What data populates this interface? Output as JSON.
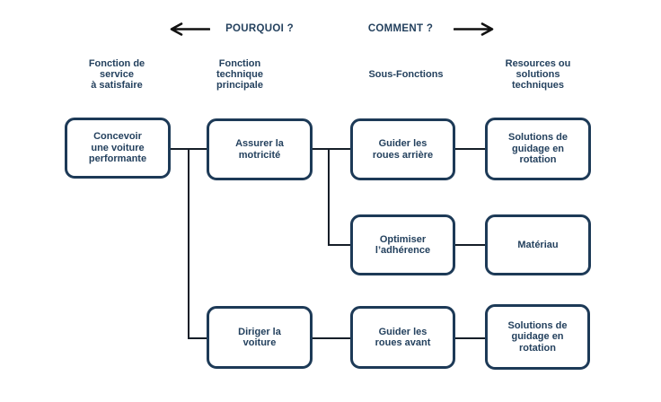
{
  "flow_header": {
    "pourquoi_label": "POURQUOI ?",
    "comment_label": "COMMENT ?",
    "icons": {
      "why_arrow": "arrow-left",
      "how_arrow": "arrow-right"
    }
  },
  "column_headers": [
    {
      "id": "fonction-service",
      "label": "Fonction de\nservice\nà satisfaire"
    },
    {
      "id": "fonction-technique",
      "label": "Fonction\ntechnique\nprincipale"
    },
    {
      "id": "sous-fonctions",
      "label": "Sous-Fonctions"
    },
    {
      "id": "resources",
      "label": "Resources ou\nsolutions\ntechniques"
    }
  ],
  "boxes": [
    {
      "id": "concevoir-voiture",
      "label": "Concevoir\nune voiture\nperformante"
    },
    {
      "id": "assurer-motricite",
      "label": "Assurer la\nmotricité"
    },
    {
      "id": "guider-roues-arriere",
      "label": "Guider les\nroues arrière"
    },
    {
      "id": "solutions-guidage-1",
      "label": "Solutions de\nguidage en\nrotation"
    },
    {
      "id": "optimiser-adherence",
      "label": "Optimiser\nl’adhérence"
    },
    {
      "id": "materiau",
      "label": "Matériau"
    },
    {
      "id": "diriger-voiture",
      "label": "Diriger la\nvoiture"
    },
    {
      "id": "guider-roues-avant",
      "label": "Guider les\nroues avant"
    },
    {
      "id": "solutions-guidage-2",
      "label": "Solutions de\nguidage en\nrotation"
    }
  ],
  "edges": [
    {
      "from": "concevoir-voiture",
      "to": "assurer-motricite"
    },
    {
      "from": "concevoir-voiture",
      "to": "diriger-voiture"
    },
    {
      "from": "assurer-motricite",
      "to": "guider-roues-arriere"
    },
    {
      "from": "assurer-motricite",
      "to": "optimiser-adherence"
    },
    {
      "from": "guider-roues-arriere",
      "to": "solutions-guidage-1"
    },
    {
      "from": "optimiser-adherence",
      "to": "materiau"
    },
    {
      "from": "diriger-voiture",
      "to": "guider-roues-avant"
    },
    {
      "from": "guider-roues-avant",
      "to": "solutions-guidage-2"
    }
  ],
  "colors": {
    "box_border": "#1d3a57",
    "text": "#24415e",
    "connector": "#151e28",
    "arrow": "#111111"
  }
}
